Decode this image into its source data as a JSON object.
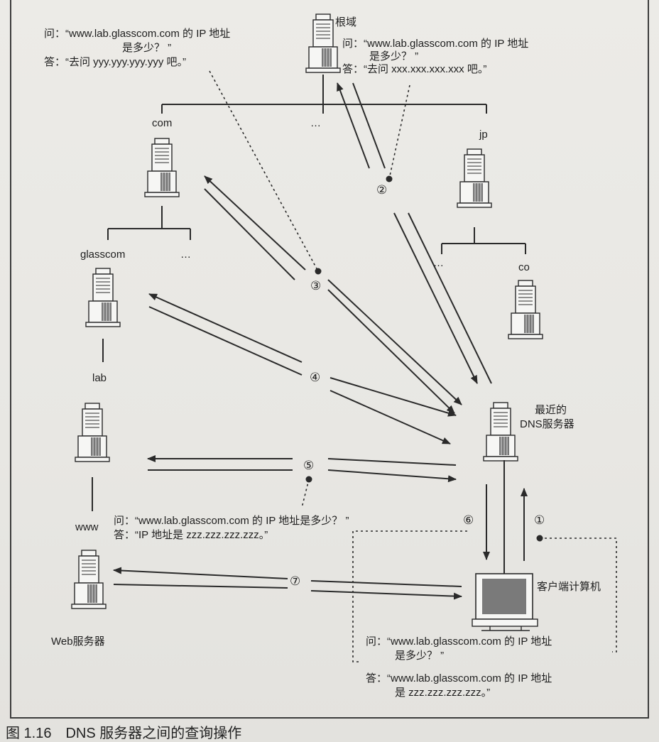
{
  "nodes": {
    "root": "根域",
    "com": "com",
    "root_ellipsis": "…",
    "jp": "jp",
    "glasscom": "glasscom",
    "com_ellipsis": "…",
    "jp_ellipsis": "…",
    "co": "co",
    "lab": "lab",
    "www": "www",
    "web_server": "Web服务器",
    "nearest_dns_line1": "最近的",
    "nearest_dns_line2": "DNS服务器",
    "client": "客户端计算机"
  },
  "qa": {
    "top_left": {
      "q1": "问：“www.lab.glasscom.com 的 IP 地址",
      "q2": "是多少？ ”",
      "a": "答：“去问 yyy.yyy.yyy.yyy 吧。”"
    },
    "root": {
      "q1": "问：“www.lab.glasscom.com 的 IP 地址",
      "q2": "是多少？ ”",
      "a": "答：“去问 xxx.xxx.xxx.xxx 吧。”"
    },
    "lab": {
      "q": "问：“www.lab.glasscom.com 的 IP 地址是多少？ ”",
      "a": "答：“IP 地址是 zzz.zzz.zzz.zzz。”"
    },
    "client": {
      "q1": "问：“www.lab.glasscom.com 的 IP 地址",
      "q2": "是多少？ ”",
      "a1": "答：“www.lab.glasscom.com 的 IP 地址",
      "a2": "是 zzz.zzz.zzz.zzz。”"
    }
  },
  "steps": [
    "①",
    "②",
    "③",
    "④",
    "⑤",
    "⑥",
    "⑦"
  ],
  "caption": {
    "figure": "图 1.16",
    "title": "DNS 服务器之间的查询操作"
  },
  "colors": {
    "line": "#2a2a2a",
    "server_body": "#f4f4f2",
    "paper": "#e9e8e4"
  }
}
